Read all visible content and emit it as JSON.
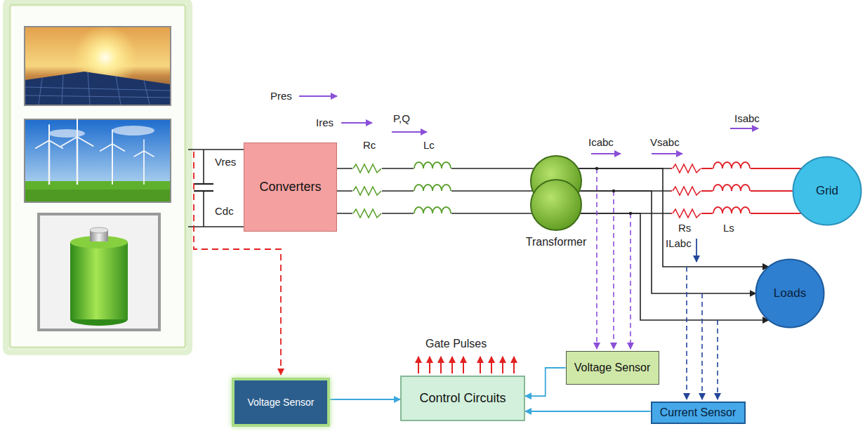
{
  "diagram": {
    "nodes": [
      {
        "text": [
          "Converters"
        ]
      },
      {
        "text": [
          "Transformer"
        ]
      },
      {
        "text": [
          "Grid"
        ]
      },
      {
        "text": [
          "Loads"
        ]
      },
      {
        "text": [
          "Voltage Sensor"
        ]
      },
      {
        "text": [
          "Control Circuits"
        ]
      },
      {
        "text": [
          "Voltage Sensor"
        ]
      },
      {
        "text": [
          "Current Sensor"
        ]
      }
    ],
    "edges": [
      {
        "from": 0,
        "to": 1,
        "arrow": "none"
      },
      {
        "from": 1,
        "to": 2,
        "arrow": "none"
      },
      {
        "from": 1,
        "to": 3,
        "arrow": "to"
      },
      {
        "from": 4,
        "to": 5,
        "arrow": "to"
      },
      {
        "from": 6,
        "to": 5,
        "arrow": "to"
      },
      {
        "from": 7,
        "to": 5,
        "arrow": "to"
      }
    ],
    "labels": [
      "Pres",
      "Ires",
      "P,Q",
      "Rc",
      "Lc",
      "Vres",
      "Cdc",
      "Icabc",
      "Vsabc",
      "Isabc",
      "Rs",
      "Ls",
      "ILabc",
      "Gate Pulses"
    ]
  }
}
